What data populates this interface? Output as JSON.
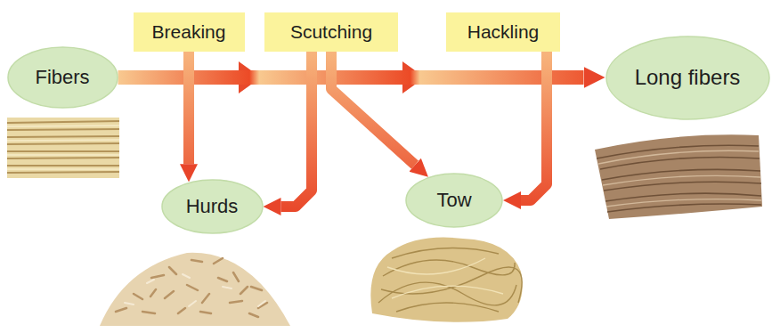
{
  "diagram": {
    "nodes": [
      {
        "text": [
          "Fibers"
        ]
      },
      {
        "text": [
          "Breaking"
        ]
      },
      {
        "text": [
          "Scutching"
        ]
      },
      {
        "text": [
          "Hackling"
        ]
      },
      {
        "text": [
          "Long fibers"
        ]
      },
      {
        "text": [
          "Hurds"
        ]
      },
      {
        "text": [
          "Tow"
        ]
      }
    ],
    "edges": [
      {
        "from": 0,
        "to": 4,
        "arrow": "to"
      },
      {
        "from": 1,
        "to": 5,
        "arrow": "to"
      },
      {
        "from": 2,
        "to": 5,
        "arrow": "to"
      },
      {
        "from": 2,
        "to": 6,
        "arrow": "to"
      },
      {
        "from": 3,
        "to": 6,
        "arrow": "to"
      }
    ]
  }
}
